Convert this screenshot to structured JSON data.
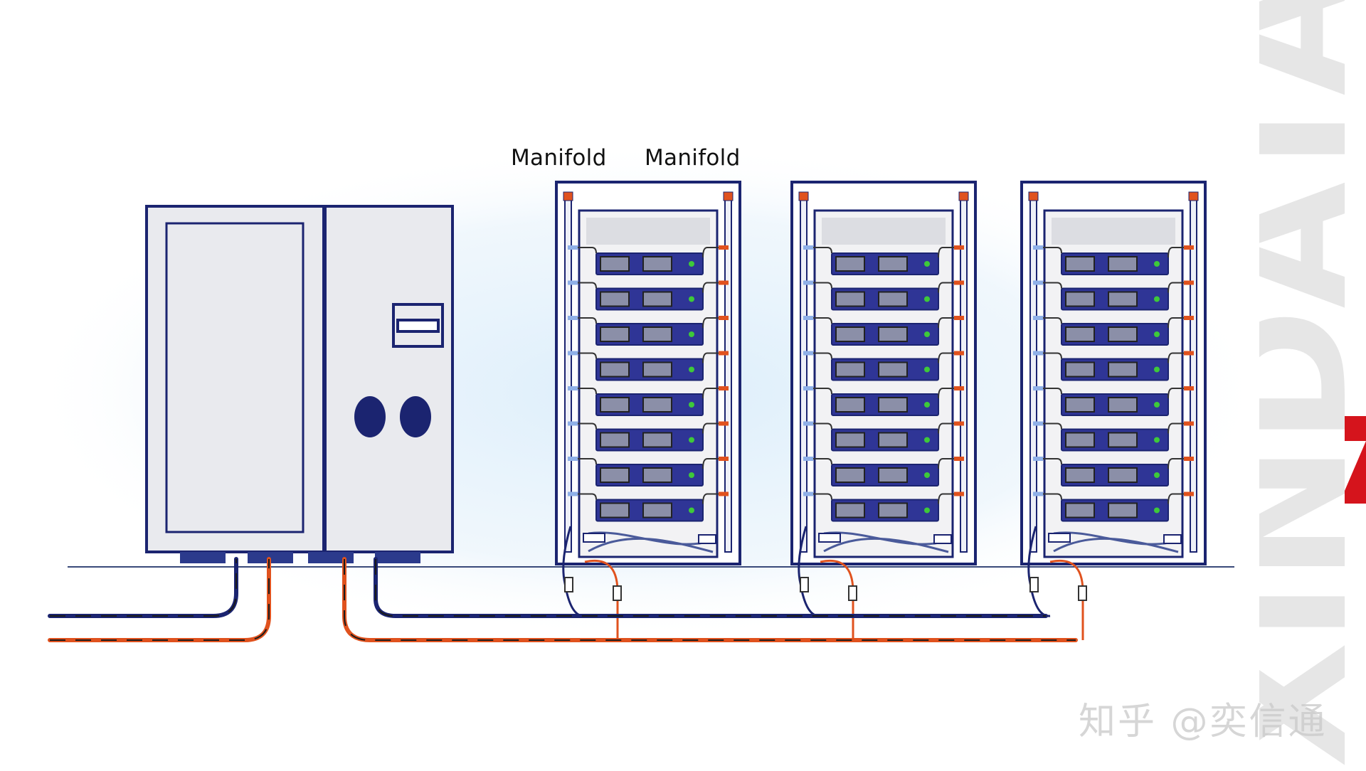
{
  "labels": {
    "manifold_1": "Manifold",
    "manifold_2": "Manifold"
  },
  "watermark": "知乎 @奕信通",
  "brand": "XINDATA",
  "rack_units_per_rack": 8,
  "rack_count": 3,
  "colors": {
    "navy": "#1b2470",
    "orange": "#e0521e",
    "cabinet_fill": "#e9eaee",
    "rack_unit": "#2f3596",
    "indicator_green": "#3ec93a",
    "brand_red": "#d5141c"
  },
  "icons": {
    "cdu_cabinet": "cdu-cabinet-icon",
    "server_rack": "server-rack-icon",
    "supply_pipe": "coolant-supply-pipe",
    "return_pipe": "coolant-return-pipe"
  }
}
